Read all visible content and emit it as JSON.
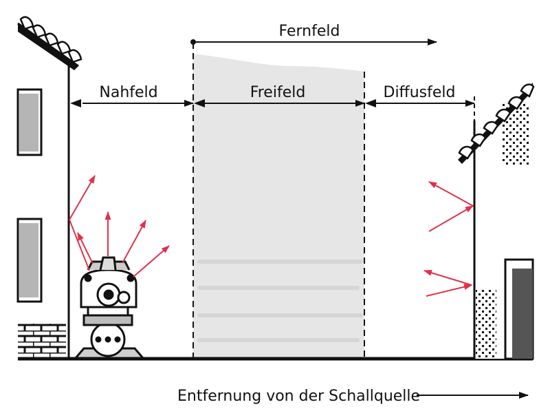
{
  "zones": {
    "fernfeld": "Fernfeld",
    "nahfeld": "Nahfeld",
    "freifeld": "Freifeld",
    "diffusfeld": "Diffusfeld"
  },
  "axis": {
    "label": "Entfernung von der Schallquelle"
  },
  "colors": {
    "arrow": "#e0304a",
    "line": "#111111",
    "freefield_shade": "#e6e6e6",
    "wall_shade": "#bdbdbd"
  },
  "icons": [
    "sound-source-machine",
    "house-left",
    "house-right",
    "roof-tiles",
    "window",
    "door",
    "reflection-arrow"
  ]
}
